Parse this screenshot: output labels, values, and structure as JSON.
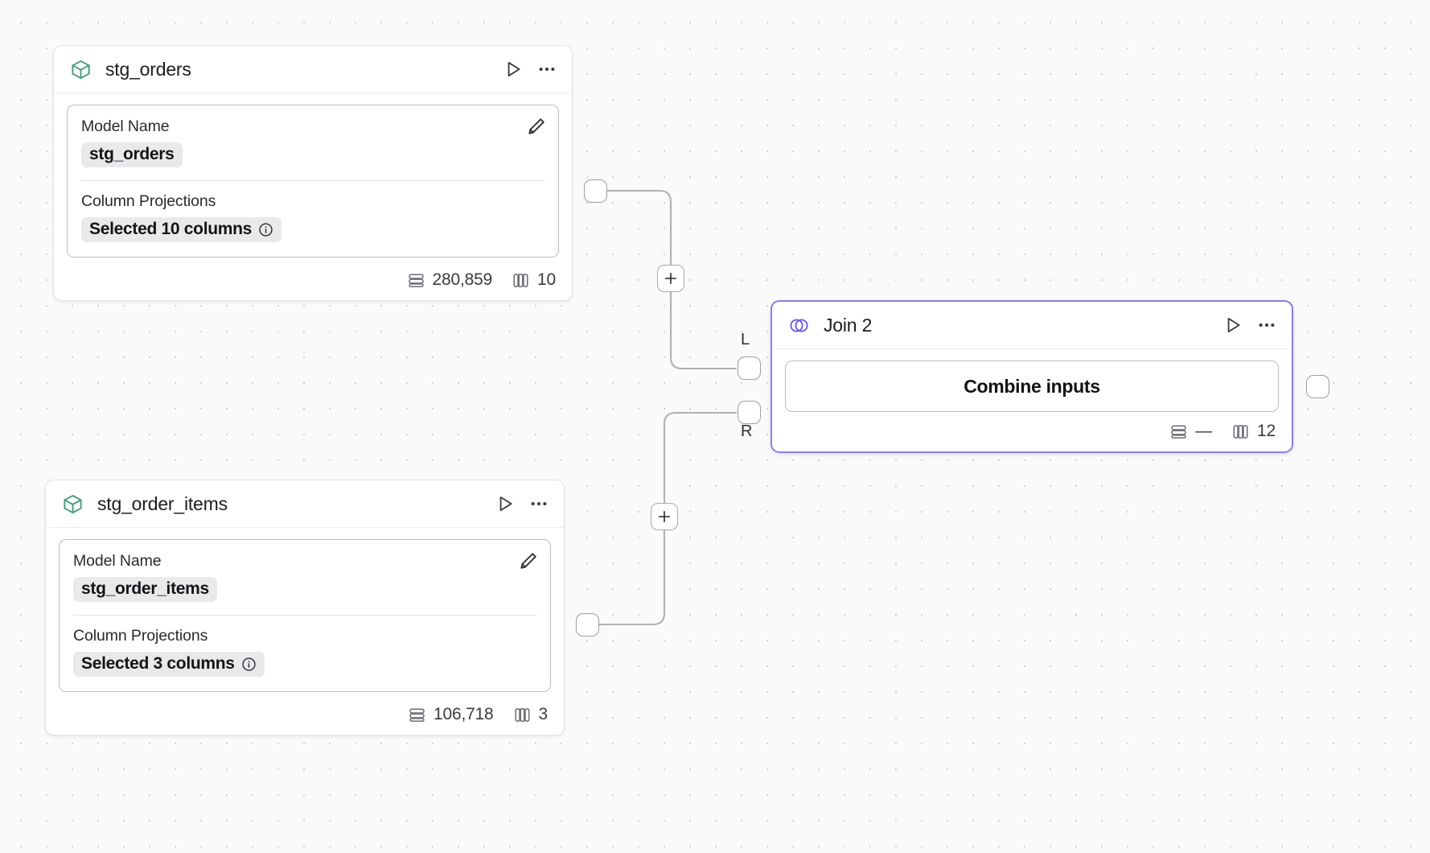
{
  "canvas": {
    "background_color": "#fafafa",
    "dot_color": "#d2d2d6",
    "edge_color": "#b1b1b7",
    "accent_color": "#8b7bf7",
    "model_icon_color": "#3f9f74"
  },
  "nodes": [
    {
      "id": "stg_orders",
      "type": "model",
      "title": "stg_orders",
      "icon": "cube-icon",
      "selected": false,
      "run_label": "Run",
      "more_label": "More options",
      "panel": {
        "model_name_label": "Model Name",
        "model_name_value": "stg_orders",
        "column_projections_label": "Column Projections",
        "column_projections_value": "Selected 10 columns",
        "edit_label": "Edit"
      },
      "footer": {
        "rows_icon": "rows-icon",
        "rows": "280,859",
        "columns_icon": "columns-icon",
        "columns": "10"
      }
    },
    {
      "id": "join_2",
      "type": "join",
      "title": "Join 2",
      "icon": "venn-icon",
      "selected": true,
      "run_label": "Run",
      "more_label": "More options",
      "panel": {
        "combine_label": "Combine inputs"
      },
      "footer": {
        "rows_icon": "rows-icon",
        "rows": "—",
        "columns_icon": "columns-icon",
        "columns": "12"
      },
      "input_handles": [
        {
          "label": "L"
        },
        {
          "label": "R"
        }
      ]
    },
    {
      "id": "stg_order_items",
      "type": "model",
      "title": "stg_order_items",
      "icon": "cube-icon",
      "selected": false,
      "run_label": "Run",
      "more_label": "More options",
      "panel": {
        "model_name_label": "Model Name",
        "model_name_value": "stg_order_items",
        "column_projections_label": "Column Projections",
        "column_projections_value": "Selected 3 columns",
        "edit_label": "Edit"
      },
      "footer": {
        "rows_icon": "rows-icon",
        "rows": "106,718",
        "columns_icon": "columns-icon",
        "columns": "3"
      }
    }
  ],
  "edges": [
    {
      "id": "edge-orders-to-join-left",
      "from": "stg_orders",
      "to": "join_2",
      "to_port": "L",
      "add_label": "+"
    },
    {
      "id": "edge-order-items-to-join-right",
      "from": "stg_order_items",
      "to": "join_2",
      "to_port": "R",
      "add_label": "+"
    }
  ]
}
